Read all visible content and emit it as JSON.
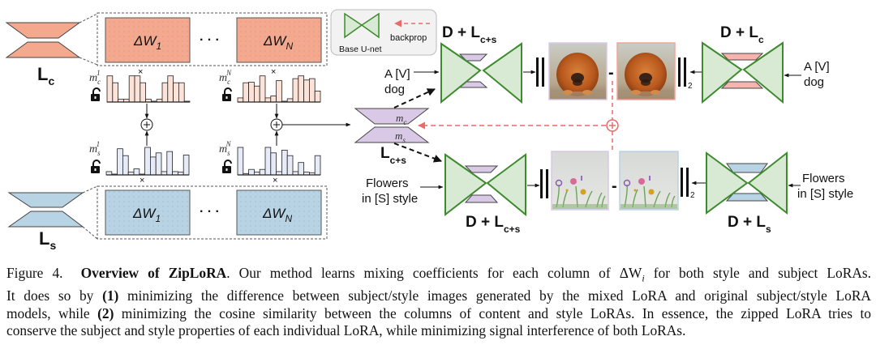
{
  "figure": {
    "legend": {
      "unet_label": "Base U-net",
      "backprop_label": "backprop"
    },
    "content_lora": {
      "name_main": "L",
      "name_sub": "c",
      "blocks": [
        {
          "label_main": "ΔW",
          "label_sub": "1"
        },
        {
          "label_main": "ΔW",
          "label_sub": "N"
        }
      ],
      "ellipsis": "· · ·",
      "coeff_labels": [
        {
          "main": "m",
          "sub": "c",
          "sup": "1"
        },
        {
          "main": "m",
          "sub": "c",
          "sup": "N"
        }
      ],
      "coeff_values": [
        [
          0.95,
          0.7,
          0.1,
          0.1,
          0.95,
          0.95,
          0.7,
          0.1,
          0.03,
          0.1,
          0.7,
          0.95,
          0.7,
          0.7,
          0.03
        ],
        [
          0.15,
          0.7,
          0.72,
          0.58,
          0.95,
          0.15,
          0.22,
          0.78,
          0.03,
          0.12,
          0.85,
          0.95,
          0.8,
          0.85,
          0.4
        ]
      ],
      "color": "#f4a98e",
      "bar_color": "#fde2d8"
    },
    "style_lora": {
      "name_main": "L",
      "name_sub": "s",
      "blocks": [
        {
          "label_main": "ΔW",
          "label_sub": "1"
        },
        {
          "label_main": "ΔW",
          "label_sub": "N"
        }
      ],
      "ellipsis": "· · ·",
      "coeff_labels": [
        {
          "main": "m",
          "sub": "s",
          "sup": "1"
        },
        {
          "main": "m",
          "sub": "s",
          "sup": "N"
        }
      ],
      "coeff_values": [
        [
          0.12,
          0.03,
          0.95,
          0.7,
          0.1,
          0.22,
          0.03,
          1.0,
          0.65,
          0.8,
          0.12,
          0.85,
          0.12,
          0.1,
          0.72
        ],
        [
          1.0,
          0.05,
          0.2,
          0.1,
          0.2,
          1.0,
          0.8,
          0.12,
          0.9,
          0.7,
          0.12,
          0.45,
          0.1,
          0.08,
          0.7
        ]
      ],
      "color": "#b7d3e4",
      "bar_color": "#e6ebf7"
    },
    "merged": {
      "name_main": "L",
      "name_sub": "c+s",
      "top_label": {
        "main": "m",
        "sub": "c"
      },
      "bottom_label": {
        "main": "m",
        "sub": "s"
      },
      "color": "#d9c8e6"
    },
    "top_row": {
      "left_model": {
        "main": "D + L",
        "sub": "c+s"
      },
      "right_model": {
        "main": "D + L",
        "sub": "c"
      },
      "prompt_left": [
        "A [V]",
        "dog"
      ],
      "prompt_right": [
        "A [V]",
        "dog"
      ],
      "image_description": "chow chow dog",
      "minus": "-",
      "norm_sub": "2",
      "right_adapter_color": "#f7b3ad"
    },
    "bottom_row": {
      "left_model": {
        "main": "D + L",
        "sub": "c+s"
      },
      "right_model": {
        "main": "D + L",
        "sub": "s"
      },
      "prompt_left": [
        "Flowers",
        "in [S] style"
      ],
      "prompt_right": [
        "Flowers",
        "in [S] style"
      ],
      "image_description": "watercolor flowers",
      "minus": "-",
      "norm_sub": "2",
      "right_adapter_color": "#b7d3e4"
    },
    "colors": {
      "unet_fill": "#d8ead3",
      "unet_stroke": "#3e8a2e",
      "backprop": "#e86a6a",
      "merged_frame": "#d9c8e6",
      "content_frame": "#f2a49a",
      "style_frame": "#b7d3e4"
    },
    "operators": {
      "plus": "+",
      "times": "×"
    }
  },
  "caption": {
    "prefix": "Figure 4.",
    "title": "Overview of ZipLoRA",
    "lines": [
      ". Our method learns mixing coefficients for each column of ΔW",
      "i",
      " for both style and subject LoRAs.",
      "It does so by ",
      "(1)",
      " minimizing the difference between subject/style images generated by the mixed LoRA and original subject/style LoRA",
      "models, while ",
      "(2)",
      " minimizing the cosine similarity between the columns of content and style LoRAs. In essence, the zipped LoRA tries to",
      "conserve the subject and style properties of each individual LoRA, while minimizing signal interference of both LoRAs."
    ]
  }
}
